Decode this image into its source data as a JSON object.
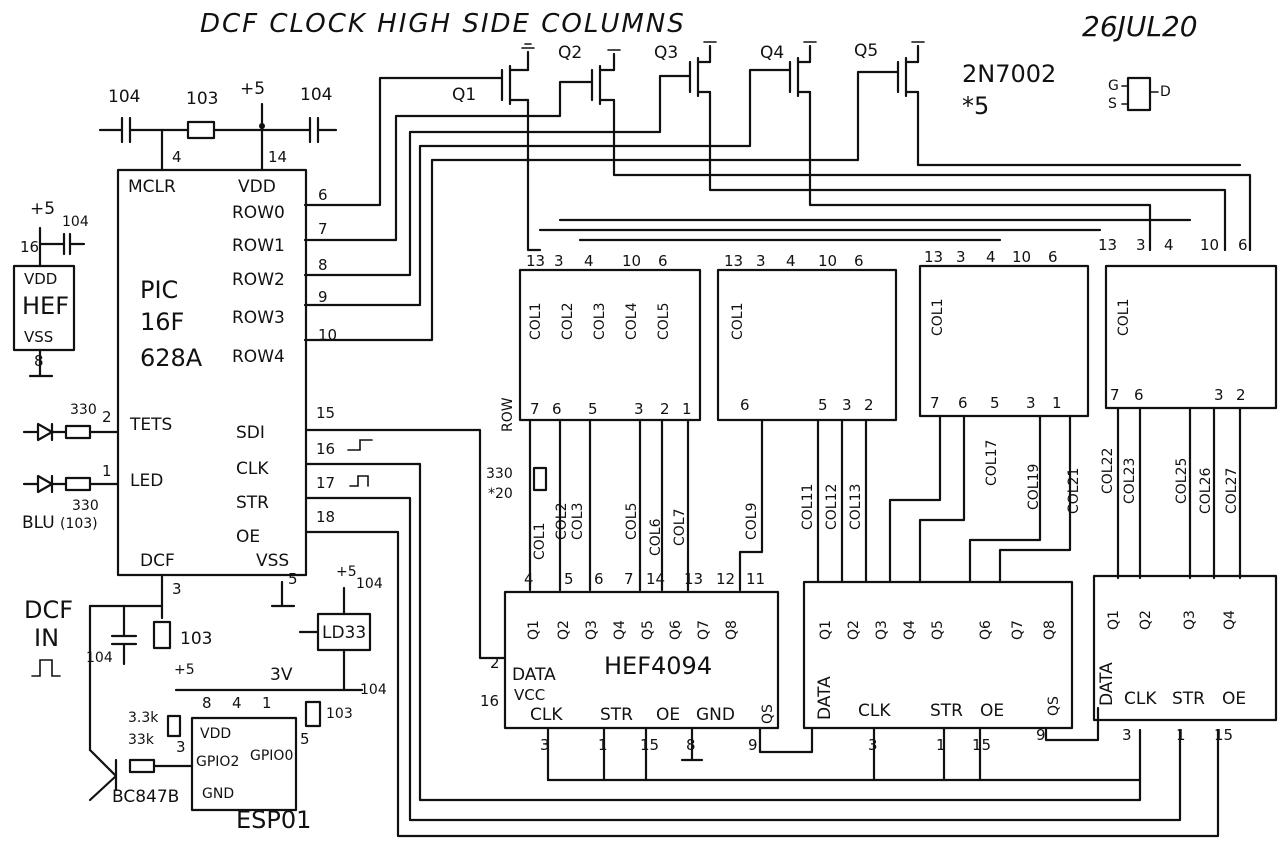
{
  "title": "DCF CLOCK HIGH SIDE COLUMNS",
  "date": "26JUL20",
  "transistor_part": "2N7002",
  "transistor_count": "*5",
  "fet_pins": {
    "g": "G",
    "s": "S",
    "d": "D"
  },
  "transistors": [
    "Q1",
    "Q2",
    "Q3",
    "Q4",
    "Q5"
  ],
  "pic": {
    "line1": "PIC",
    "line2": "16F",
    "line3": "628A",
    "mclr": "MCLR",
    "vdd": "VDD",
    "vss": "VSS",
    "dcf": "DCF",
    "row0": "ROW0",
    "row1": "ROW1",
    "row2": "ROW2",
    "row3": "ROW3",
    "row4": "ROW4",
    "sdi": "SDI",
    "clk": "CLK",
    "str": "STR",
    "oe": "OE",
    "tets": "TETS",
    "led": "LED",
    "pin_mclr": "4",
    "pin_vdd": "14",
    "pin_vss": "5",
    "pin_dcf": "3",
    "pin_row0": "6",
    "pin_row1": "7",
    "pin_row2": "8",
    "pin_row3": "9",
    "pin_row4": "10",
    "pin_sdi": "15",
    "pin_clk": "16",
    "pin_str": "17",
    "pin_oe": "18",
    "pin_tets": "2",
    "pin_led": "1"
  },
  "parts": {
    "cap_104": "104",
    "res_103": "103",
    "plus5": "+5",
    "plus5b": "+5",
    "hef_vdd": "VDD",
    "hef_name": "HEF",
    "hef_vss": "VSS",
    "hef_pin16": "16",
    "hef_pin8": "8",
    "r330": "330",
    "led_blu": "BLU",
    "led_blu_note": "(103)",
    "dcf_in_1": "DCF",
    "dcf_in_2": "IN",
    "c_dcf": "104",
    "r_dcf": "103",
    "ld33": "LD33",
    "v3": "3V",
    "c_ld": "104",
    "r_esp": "103",
    "r33k_1": "3.3k",
    "r33k_2": "33k",
    "bc": "BC847B",
    "esp_vdd": "VDD",
    "esp_gpio2": "GPIO2",
    "esp_gpio0": "GPIO0",
    "esp_gnd": "GND",
    "esp_name": "ESP01",
    "esp_pin8": "8",
    "esp_pin4": "4",
    "esp_pin1": "1",
    "esp_pin3": "3",
    "esp_pin5": "5",
    "r330x20_1": "330",
    "r330x20_2": "*20",
    "row_label": "ROW"
  },
  "matrix_labels": [
    "COL1",
    "COL2",
    "COL3",
    "COL4",
    "COL5"
  ],
  "matrix_top_pins": [
    "13",
    "3",
    "4",
    "10",
    "6"
  ],
  "matrix_bottom_pins": [
    "7",
    "6",
    "5",
    "3",
    "2",
    "1"
  ],
  "shift_reg": {
    "name": "HEF4094",
    "data": "DATA",
    "vcc": "VCC",
    "clk": "CLK",
    "str": "STR",
    "oe": "OE",
    "gnd": "GND",
    "qs": "QS",
    "q": [
      "Q1",
      "Q2",
      "Q3",
      "Q4",
      "Q5",
      "Q6",
      "Q7",
      "Q8"
    ],
    "pins_bottom": [
      "3",
      "1",
      "15",
      "8",
      "9"
    ],
    "pins_top": [
      "4",
      "5",
      "6",
      "7",
      "14",
      "13",
      "12",
      "11"
    ],
    "vcc_pin": "16",
    "data_pin": "2"
  },
  "col_wires_1": [
    "COL1",
    "COL2",
    "COL3",
    "COL5",
    "COL6",
    "COL7"
  ],
  "col_wires_2": [
    "COL9",
    "COL11",
    "COL12",
    "COL13"
  ],
  "col_wires_3": [
    "COL17",
    "COL19",
    "COL21"
  ],
  "col_wires_4": [
    "COL22",
    "COL23",
    "COL25",
    "COL26",
    "COL27"
  ]
}
